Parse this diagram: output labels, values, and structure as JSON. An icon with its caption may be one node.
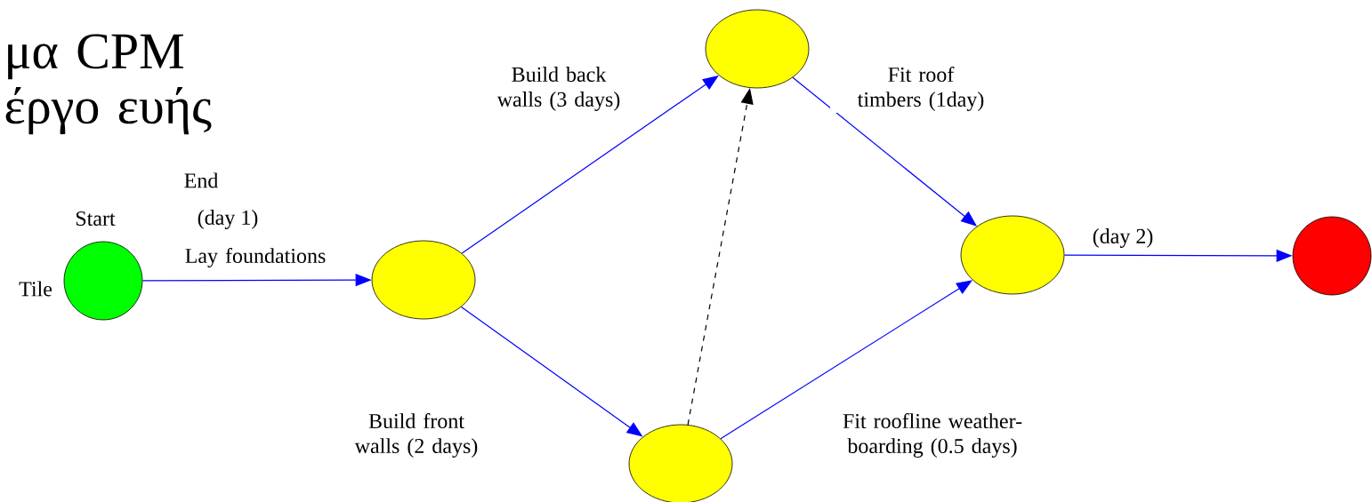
{
  "diagram": {
    "title": "μα CPM έργο ευής",
    "nodes": [
      {
        "text": [],
        "shape": "circle",
        "beside": [
          "Start",
          "Tile"
        ]
      },
      {
        "text": [],
        "shape": "circle"
      },
      {
        "text": [],
        "shape": "circle"
      },
      {
        "text": [],
        "shape": "circle"
      },
      {
        "text": [],
        "shape": "circle"
      },
      {
        "text": [],
        "shape": "circle"
      }
    ],
    "edges": [
      {
        "from": 0,
        "to": 1,
        "arrow": "to",
        "label": "Lay foundations"
      },
      {
        "from": 1,
        "to": 2,
        "arrow": "to",
        "label": "Build back walls (3 days)"
      },
      {
        "from": 1,
        "to": 3,
        "arrow": "to",
        "label": "Build front walls (2 days)"
      },
      {
        "from": 3,
        "to": 2,
        "arrow": "to",
        "style": "dashed",
        "color": "#000000"
      },
      {
        "from": 2,
        "to": 4,
        "arrow": "to",
        "label": "Fit roof timbers (1day)"
      },
      {
        "from": 3,
        "to": 4,
        "arrow": "to",
        "label": "Fit roofline weather-boarding (0.5 days)"
      },
      {
        "from": 4,
        "to": 5,
        "arrow": "to"
      }
    ],
    "labels": [
      "End",
      "(day 1)",
      "(day 2)"
    ]
  }
}
